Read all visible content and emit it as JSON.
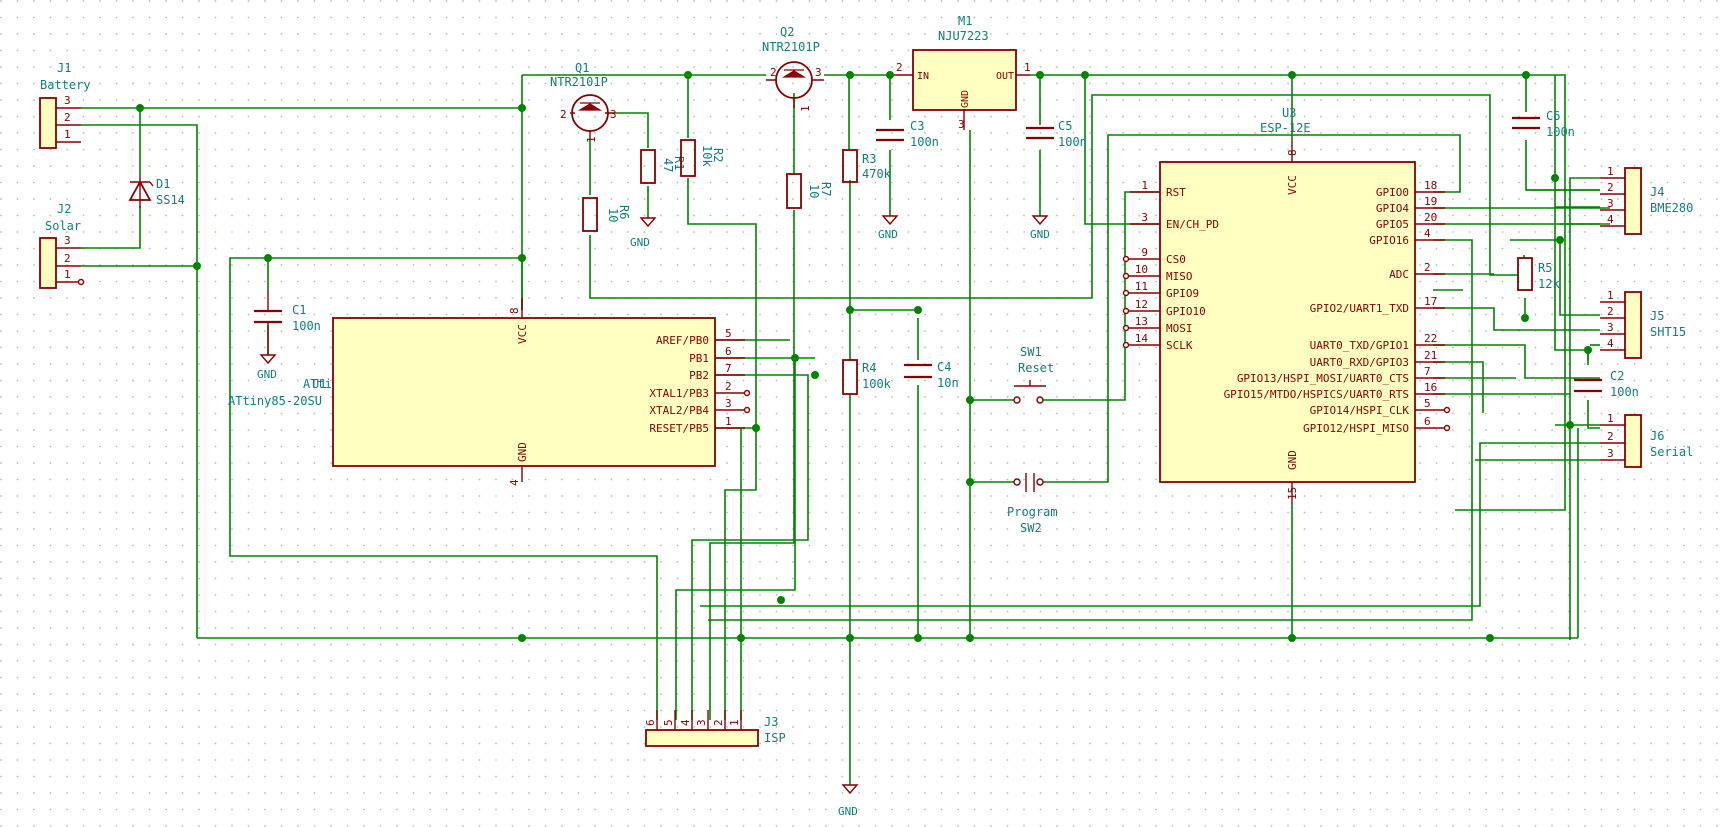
{
  "components": {
    "J1": {
      "ref": "J1",
      "value": "Battery",
      "pins": [
        "3",
        "2",
        "1"
      ]
    },
    "J2": {
      "ref": "J2",
      "value": "Solar",
      "pins": [
        "3",
        "2",
        "1"
      ]
    },
    "D1": {
      "ref": "D1",
      "value": "SS14"
    },
    "Q1": {
      "ref": "Q1",
      "value": "NTR2101P",
      "pins": [
        "2",
        "3",
        "1"
      ]
    },
    "Q2": {
      "ref": "Q2",
      "value": "NTR2101P",
      "pins": [
        "2",
        "3",
        "1"
      ]
    },
    "M1": {
      "ref": "M1",
      "value": "NJU7223",
      "in_label": "IN",
      "out_label": "OUT",
      "gnd_label": "GND",
      "pins": [
        "2",
        "1",
        "3"
      ]
    },
    "U3": {
      "ref": "U3",
      "value": "ESP-12E"
    },
    "U1": {
      "ref": "U1",
      "value": "ATtiny85-20SU"
    },
    "R6": {
      "ref": "R6",
      "value": "10"
    },
    "R1": {
      "ref": "R1",
      "value": "47"
    },
    "R2": {
      "ref": "R2",
      "value": "10k"
    },
    "R7": {
      "ref": "R7",
      "value": "10"
    },
    "R3": {
      "ref": "R3",
      "value": "470k"
    },
    "R4": {
      "ref": "R4",
      "value": "100k"
    },
    "R5": {
      "ref": "R5",
      "value": "12k"
    },
    "C1": {
      "ref": "C1",
      "value": "100n"
    },
    "C2": {
      "ref": "C2",
      "value": "100n"
    },
    "C3": {
      "ref": "C3",
      "value": "100n"
    },
    "C4": {
      "ref": "C4",
      "value": "10n"
    },
    "C5": {
      "ref": "C5",
      "value": "100n"
    },
    "C6": {
      "ref": "C6",
      "value": "100n"
    },
    "SW1": {
      "ref": "SW1",
      "value": "Reset"
    },
    "SW2": {
      "ref": "SW2",
      "value": "Program"
    },
    "J3": {
      "ref": "J3",
      "value": "ISP",
      "pins": [
        "6",
        "5",
        "4",
        "3",
        "2",
        "1"
      ]
    },
    "J4": {
      "ref": "J4",
      "value": "BME280",
      "pins": [
        "1",
        "2",
        "3",
        "4"
      ]
    },
    "J5": {
      "ref": "J5",
      "value": "SHT15",
      "pins": [
        "1",
        "2",
        "3",
        "4"
      ]
    },
    "J6": {
      "ref": "J6",
      "value": "Serial",
      "pins": [
        "1",
        "2",
        "3"
      ]
    }
  },
  "gnd_label": "GND",
  "esp_left_pins": [
    {
      "num": "1",
      "name": "RST"
    },
    {
      "num": "3",
      "name": "EN/CH_PD"
    },
    {
      "num": "9",
      "name": "CS0"
    },
    {
      "num": "10",
      "name": "MISO"
    },
    {
      "num": "11",
      "name": "GPIO9"
    },
    {
      "num": "12",
      "name": "GPIO10"
    },
    {
      "num": "13",
      "name": "MOSI"
    },
    {
      "num": "14",
      "name": "SCLK"
    }
  ],
  "esp_right_pins": [
    {
      "num": "18",
      "name": "GPIO0"
    },
    {
      "num": "19",
      "name": "GPIO4"
    },
    {
      "num": "20",
      "name": "GPIO5"
    },
    {
      "num": "4",
      "name": "GPIO16"
    },
    {
      "num": "2",
      "name": "ADC"
    },
    {
      "num": "17",
      "name": "GPIO2/UART1_TXD"
    },
    {
      "num": "22",
      "name": "UART0_TXD/GPIO1"
    },
    {
      "num": "21",
      "name": "UART0_RXD/GPIO3"
    },
    {
      "num": "7",
      "name": "GPIO13/HSPI_MOSI/UART0_CTS"
    },
    {
      "num": "16",
      "name": "GPIO15/MTDO/HSPICS/UART0_RTS"
    },
    {
      "num": "5",
      "name": "GPIO14/HSPI_CLK"
    },
    {
      "num": "6",
      "name": "GPIO12/HSPI_MISO"
    }
  ],
  "esp_top_pin": {
    "num": "8",
    "name": "VCC"
  },
  "esp_bottom_pin": {
    "num": "15",
    "name": "GND"
  },
  "attiny_right_pins": [
    {
      "num": "5",
      "name": "AREF/PB0"
    },
    {
      "num": "6",
      "name": "PB1"
    },
    {
      "num": "7",
      "name": "PB2"
    },
    {
      "num": "2",
      "name": "XTAL1/PB3"
    },
    {
      "num": "3",
      "name": "XTAL2/PB4"
    },
    {
      "num": "1",
      "name": "RESET/PB5"
    }
  ],
  "attiny_top_pin": {
    "num": "8",
    "name": "VCC"
  },
  "attiny_bottom_pin": {
    "num": "4",
    "name": "GND"
  }
}
